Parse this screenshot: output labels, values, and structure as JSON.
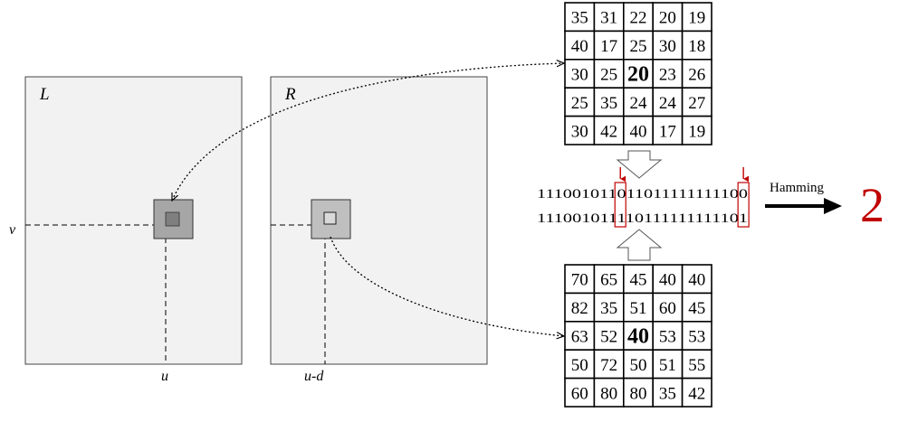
{
  "images": {
    "left": {
      "label": "L",
      "row_label": "v",
      "col_label": "u"
    },
    "right": {
      "label": "R",
      "col_label": "u-d"
    }
  },
  "left_window": [
    [
      "35",
      "31",
      "22",
      "20",
      "19"
    ],
    [
      "40",
      "17",
      "25",
      "30",
      "18"
    ],
    [
      "30",
      "25",
      "20",
      "23",
      "26"
    ],
    [
      "25",
      "35",
      "24",
      "24",
      "27"
    ],
    [
      "30",
      "42",
      "40",
      "17",
      "19"
    ]
  ],
  "right_window": [
    [
      "70",
      "65",
      "45",
      "40",
      "40"
    ],
    [
      "82",
      "35",
      "51",
      "60",
      "45"
    ],
    [
      "63",
      "52",
      "40",
      "53",
      "53"
    ],
    [
      "50",
      "72",
      "50",
      "51",
      "55"
    ],
    [
      "60",
      "80",
      "80",
      "35",
      "42"
    ]
  ],
  "census": {
    "bits_left": "111001011011011111111100",
    "bits_right": "111001011110111111111101",
    "differing_positions": [
      9,
      23
    ]
  },
  "hamming": {
    "label": "Hamming",
    "value": "2"
  },
  "colors": {
    "panel_fill": "#f2f2f2",
    "window_left": "#a6a6a6",
    "window_right": "#bfbfbf",
    "highlight": "#c00000"
  }
}
